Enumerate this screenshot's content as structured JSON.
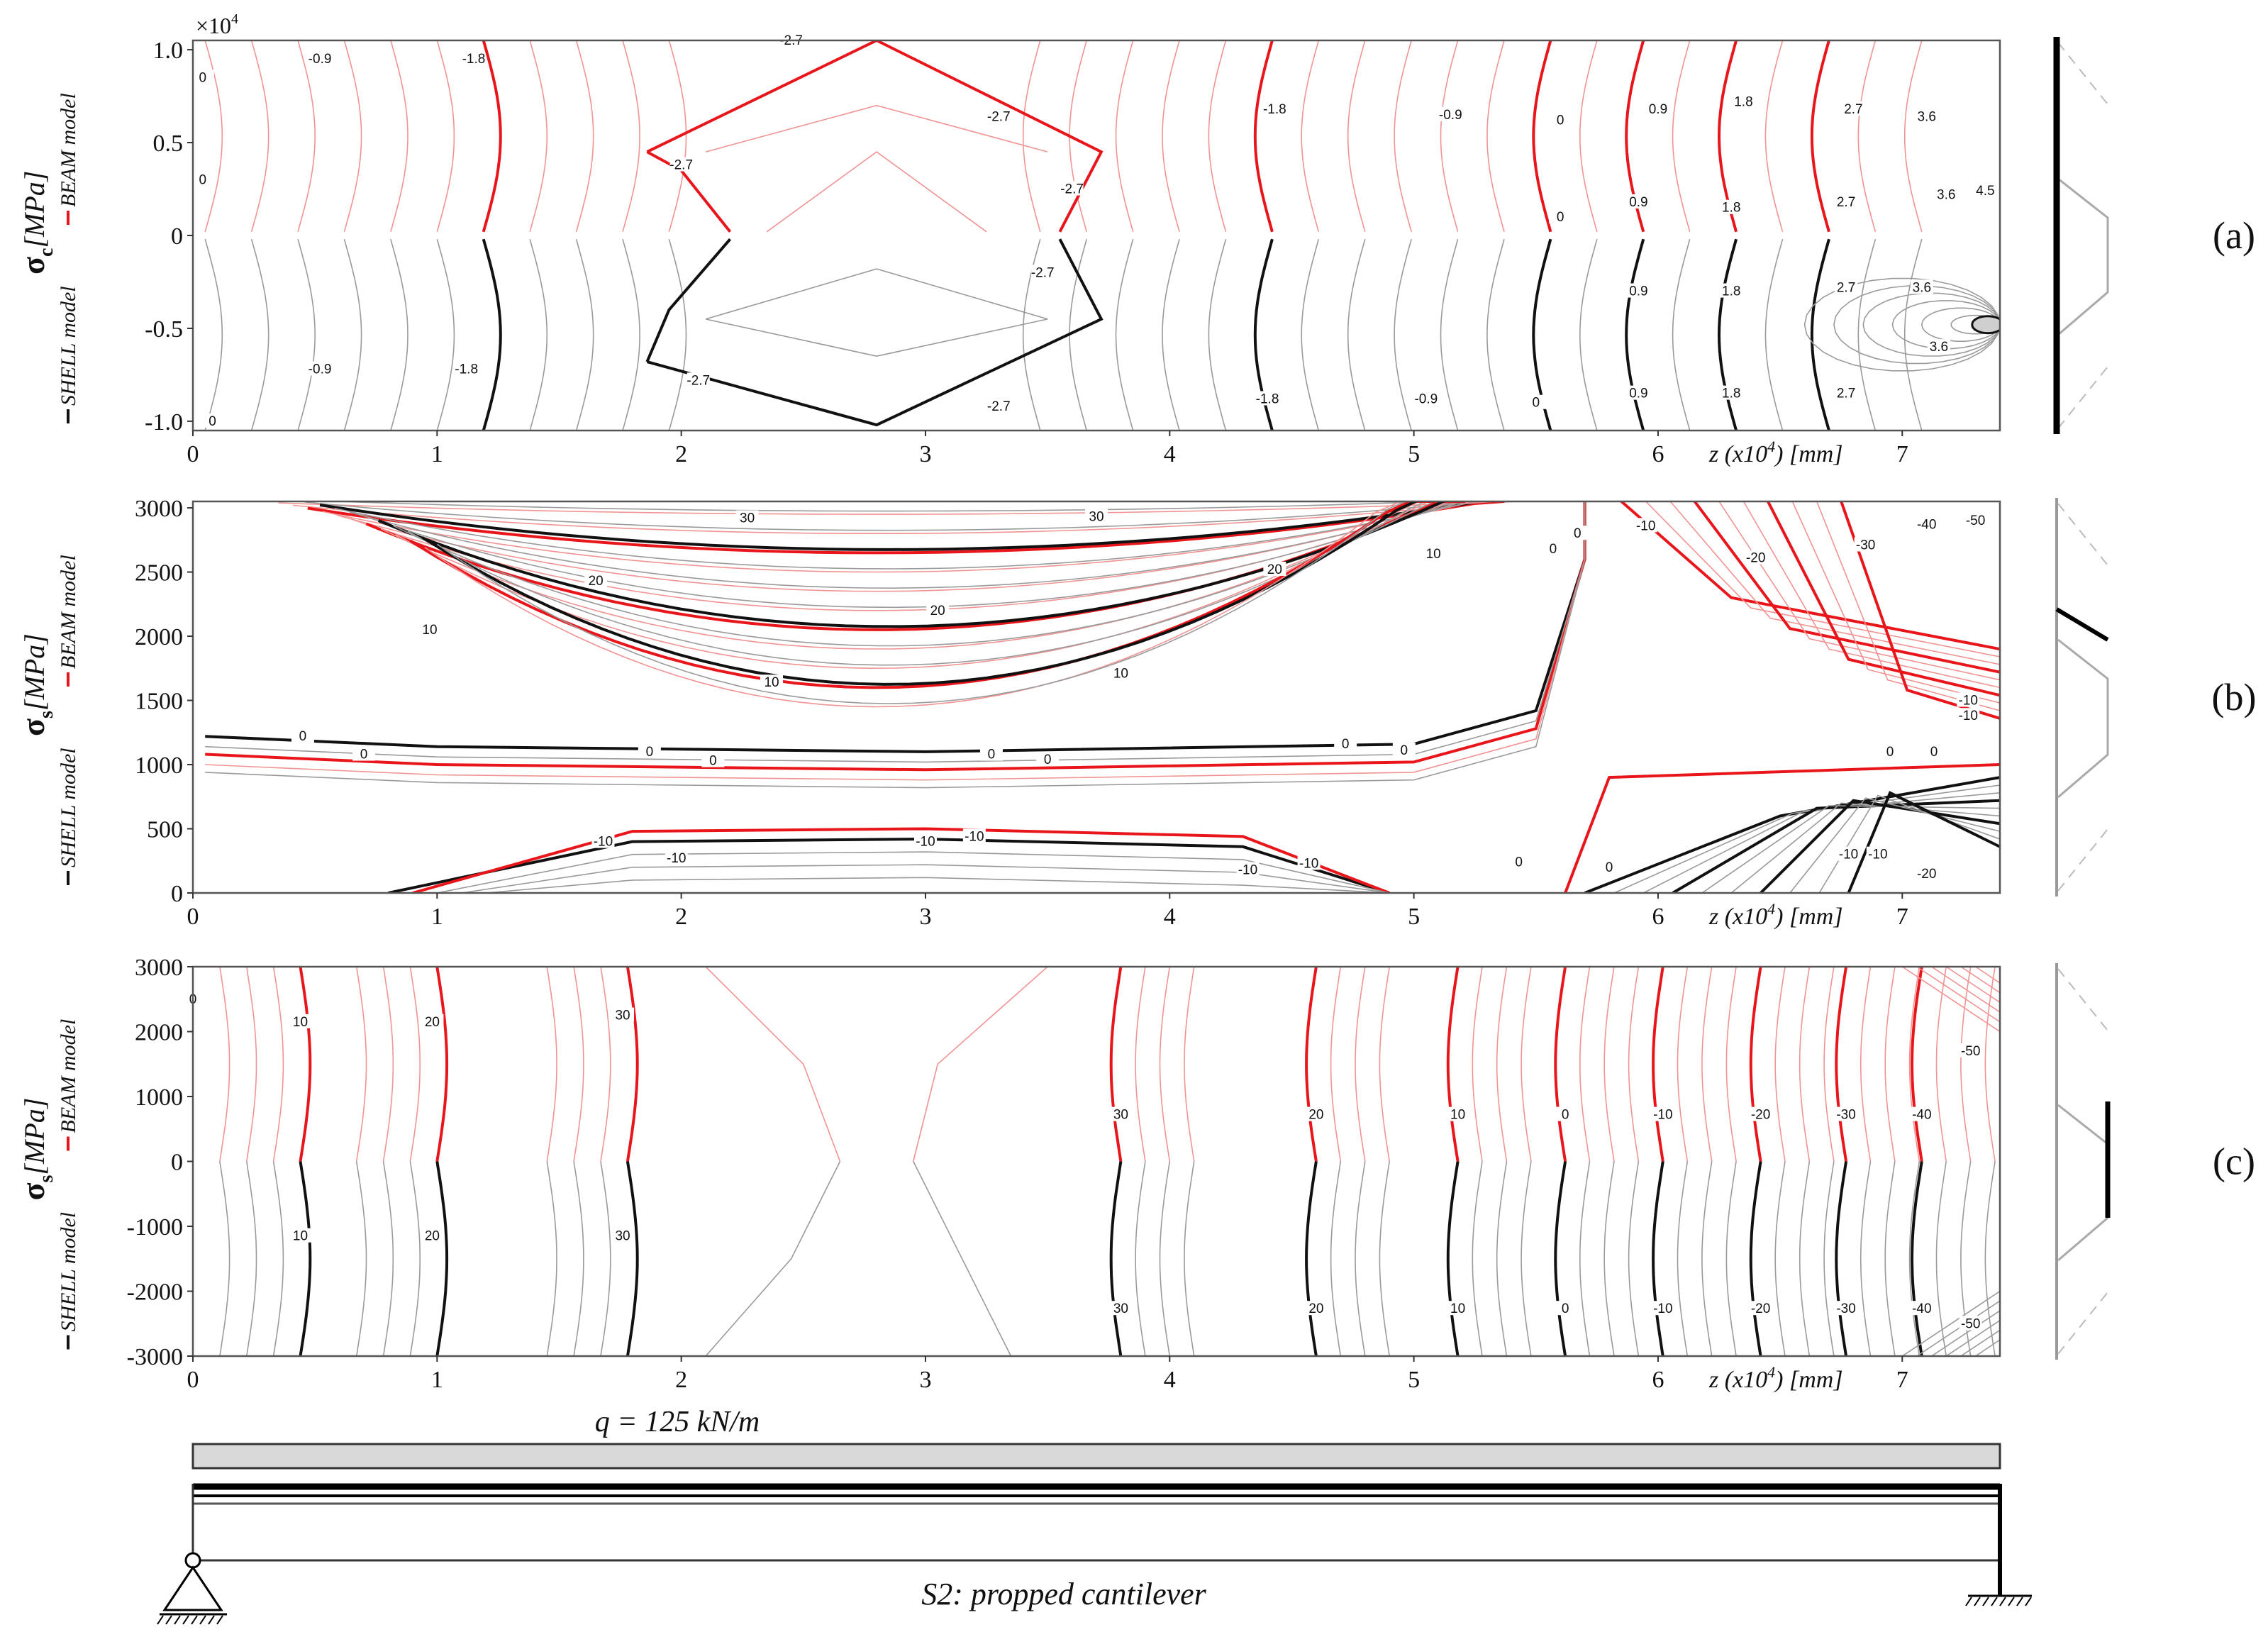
{
  "chart_data": [
    {
      "type": "contour",
      "panel_label": "(a)",
      "ylabel_symbol": "σ",
      "ylabel_sub": "c",
      "ylabel_unit": "[MPa]",
      "legend": {
        "shell": "SHELL model",
        "beam": "BEAM model"
      },
      "y_multiplier": "×10",
      "y_multiplier_exp": "4",
      "xlabel": "z (x10",
      "xlabel_exp": "4",
      "xlabel_unit": ") [mm]",
      "xlim": [
        0,
        7.4
      ],
      "ylim": [
        -1.05,
        1.05
      ],
      "xticks": [
        "0",
        "1",
        "2",
        "3",
        "4",
        "5",
        "6",
        "7"
      ],
      "yticks": [
        "1.0",
        "0.5",
        "0",
        "-0.5",
        "-1.0"
      ],
      "ytick_values": [
        1.0,
        0.5,
        0,
        -0.5,
        -1.0
      ],
      "contour_labels_beam": [
        {
          "x": 0.04,
          "y": 0.85,
          "t": "0"
        },
        {
          "x": 0.04,
          "y": 0.3,
          "t": "0"
        },
        {
          "x": 0.52,
          "y": 0.95,
          "t": "-0.9"
        },
        {
          "x": 1.15,
          "y": 0.95,
          "t": "-1.8"
        },
        {
          "x": 2.45,
          "y": 1.05,
          "t": "-2.7"
        },
        {
          "x": 3.3,
          "y": 0.64,
          "t": "-2.7"
        },
        {
          "x": 2.0,
          "y": 0.38,
          "t": "-2.7"
        },
        {
          "x": 3.6,
          "y": 0.25,
          "t": "-2.7"
        },
        {
          "x": 4.43,
          "y": 0.68,
          "t": "-1.8"
        },
        {
          "x": 5.15,
          "y": 0.65,
          "t": "-0.9"
        },
        {
          "x": 5.6,
          "y": 0.62,
          "t": "0"
        },
        {
          "x": 6.0,
          "y": 0.68,
          "t": "0.9"
        },
        {
          "x": 6.35,
          "y": 0.72,
          "t": "1.8"
        },
        {
          "x": 6.8,
          "y": 0.68,
          "t": "2.7"
        },
        {
          "x": 7.1,
          "y": 0.64,
          "t": "3.6"
        },
        {
          "x": 5.6,
          "y": 0.1,
          "t": "0"
        },
        {
          "x": 5.92,
          "y": 0.18,
          "t": "0.9"
        },
        {
          "x": 6.3,
          "y": 0.15,
          "t": "1.8"
        },
        {
          "x": 6.77,
          "y": 0.18,
          "t": "2.7"
        },
        {
          "x": 7.18,
          "y": 0.22,
          "t": "3.6"
        },
        {
          "x": 7.34,
          "y": 0.24,
          "t": "4.5"
        }
      ],
      "contour_labels_shell": [
        {
          "x": 0.08,
          "y": -1.0,
          "t": "0"
        },
        {
          "x": 0.52,
          "y": -0.72,
          "t": "-0.9"
        },
        {
          "x": 1.12,
          "y": -0.72,
          "t": "-1.8"
        },
        {
          "x": 3.48,
          "y": -0.2,
          "t": "-2.7"
        },
        {
          "x": 2.07,
          "y": -0.78,
          "t": "-2.7"
        },
        {
          "x": 3.3,
          "y": -0.92,
          "t": "-2.7"
        },
        {
          "x": 4.4,
          "y": -0.88,
          "t": "-1.8"
        },
        {
          "x": 5.05,
          "y": -0.88,
          "t": "-0.9"
        },
        {
          "x": 5.5,
          "y": -0.9,
          "t": "0"
        },
        {
          "x": 5.92,
          "y": -0.3,
          "t": "0.9"
        },
        {
          "x": 5.92,
          "y": -0.85,
          "t": "0.9"
        },
        {
          "x": 6.3,
          "y": -0.3,
          "t": "1.8"
        },
        {
          "x": 6.3,
          "y": -0.85,
          "t": "1.8"
        },
        {
          "x": 6.77,
          "y": -0.28,
          "t": "2.7"
        },
        {
          "x": 6.77,
          "y": -0.85,
          "t": "2.7"
        },
        {
          "x": 7.08,
          "y": -0.28,
          "t": "3.6"
        },
        {
          "x": 7.15,
          "y": -0.6,
          "t": "3.6"
        }
      ]
    },
    {
      "type": "contour",
      "panel_label": "(b)",
      "ylabel_symbol": "σ",
      "ylabel_sub": "s",
      "ylabel_unit": "[MPa]",
      "legend": {
        "shell": "SHELL model",
        "beam": "BEAM model"
      },
      "xlabel": "z (x10",
      "xlabel_exp": "4",
      "xlabel_unit": ") [mm]",
      "xlim": [
        0,
        7.4
      ],
      "ylim": [
        0,
        3050
      ],
      "xticks": [
        "0",
        "1",
        "2",
        "3",
        "4",
        "5",
        "6",
        "7"
      ],
      "yticks": [
        "3000",
        "2500",
        "2000",
        "1500",
        "1000",
        "500",
        "0"
      ],
      "ytick_values": [
        3000,
        2500,
        2000,
        1500,
        1000,
        500,
        0
      ],
      "contour_labels": [
        {
          "x": 2.27,
          "y": 2920,
          "t": "30"
        },
        {
          "x": 3.7,
          "y": 2930,
          "t": "30"
        },
        {
          "x": 1.65,
          "y": 2430,
          "t": "20"
        },
        {
          "x": 3.05,
          "y": 2200,
          "t": "20"
        },
        {
          "x": 4.43,
          "y": 2520,
          "t": "20"
        },
        {
          "x": 0.97,
          "y": 2050,
          "t": "10"
        },
        {
          "x": 2.37,
          "y": 1640,
          "t": "10"
        },
        {
          "x": 3.8,
          "y": 1710,
          "t": "10"
        },
        {
          "x": 5.08,
          "y": 2640,
          "t": "10"
        },
        {
          "x": 0.45,
          "y": 1220,
          "t": "0"
        },
        {
          "x": 0.7,
          "y": 1080,
          "t": "0"
        },
        {
          "x": 1.87,
          "y": 1100,
          "t": "0"
        },
        {
          "x": 2.13,
          "y": 1030,
          "t": "0"
        },
        {
          "x": 3.27,
          "y": 1080,
          "t": "0"
        },
        {
          "x": 3.5,
          "y": 1040,
          "t": "0"
        },
        {
          "x": 4.72,
          "y": 1160,
          "t": "0"
        },
        {
          "x": 4.96,
          "y": 1110,
          "t": "0"
        },
        {
          "x": 6.95,
          "y": 1100,
          "t": "0"
        },
        {
          "x": 7.13,
          "y": 1100,
          "t": "0"
        },
        {
          "x": 5.57,
          "y": 2680,
          "t": "0"
        },
        {
          "x": 5.67,
          "y": 2800,
          "t": "0"
        },
        {
          "x": 5.43,
          "y": 240,
          "t": "0"
        },
        {
          "x": 5.8,
          "y": 200,
          "t": "0"
        },
        {
          "x": 1.68,
          "y": 400,
          "t": "-10"
        },
        {
          "x": 1.98,
          "y": 270,
          "t": "-10"
        },
        {
          "x": 3.0,
          "y": 400,
          "t": "-10"
        },
        {
          "x": 3.2,
          "y": 440,
          "t": "-10"
        },
        {
          "x": 4.32,
          "y": 180,
          "t": "-10"
        },
        {
          "x": 4.57,
          "y": 230,
          "t": "-10"
        },
        {
          "x": 5.95,
          "y": 2860,
          "t": "-10"
        },
        {
          "x": 6.4,
          "y": 2610,
          "t": "-20"
        },
        {
          "x": 6.85,
          "y": 2710,
          "t": "-30"
        },
        {
          "x": 7.1,
          "y": 2870,
          "t": "-40"
        },
        {
          "x": 7.3,
          "y": 2900,
          "t": "-50"
        },
        {
          "x": 7.27,
          "y": 1500,
          "t": "-10"
        },
        {
          "x": 7.27,
          "y": 1380,
          "t": "-10"
        },
        {
          "x": 6.78,
          "y": 300,
          "t": "-10"
        },
        {
          "x": 6.9,
          "y": 300,
          "t": "-10"
        },
        {
          "x": 7.1,
          "y": 150,
          "t": "-20"
        }
      ]
    },
    {
      "type": "contour",
      "panel_label": "(c)",
      "ylabel_symbol": "σ",
      "ylabel_sub": "s",
      "ylabel_unit": "[MPa]",
      "legend": {
        "shell": "SHELL model",
        "beam": "BEAM model"
      },
      "xlabel": "z (x10",
      "xlabel_exp": "4",
      "xlabel_unit": ") [mm]",
      "xlim": [
        0,
        7.4
      ],
      "ylim": [
        -3000,
        3000
      ],
      "xticks": [
        "0",
        "1",
        "2",
        "3",
        "4",
        "5",
        "6",
        "7"
      ],
      "yticks": [
        "3000",
        "2000",
        "1000",
        "0",
        "-1000",
        "-2000",
        "-3000"
      ],
      "ytick_values": [
        3000,
        2000,
        1000,
        0,
        -1000,
        -2000,
        -3000
      ],
      "beam_levels": [
        {
          "x": 0.44,
          "t": "10"
        },
        {
          "x": 1.0,
          "t": "20"
        },
        {
          "x": 1.78,
          "t": "30"
        },
        {
          "x": 3.8,
          "t": "30"
        },
        {
          "x": 4.6,
          "t": "20"
        },
        {
          "x": 5.18,
          "t": "10"
        },
        {
          "x": 5.62,
          "t": "0"
        },
        {
          "x": 6.02,
          "t": "-10"
        },
        {
          "x": 6.42,
          "t": "-20"
        },
        {
          "x": 6.77,
          "t": "-30"
        },
        {
          "x": 7.08,
          "t": "-40"
        }
      ],
      "contour_labels_beam": [
        {
          "x": 0.0,
          "y": 2500,
          "t": "0"
        },
        {
          "x": 0.44,
          "y": 2150,
          "t": "10"
        },
        {
          "x": 0.98,
          "y": 2150,
          "t": "20"
        },
        {
          "x": 1.76,
          "y": 2250,
          "t": "30"
        },
        {
          "x": 3.8,
          "y": 720,
          "t": "30"
        },
        {
          "x": 4.6,
          "y": 720,
          "t": "20"
        },
        {
          "x": 5.18,
          "y": 720,
          "t": "10"
        },
        {
          "x": 5.62,
          "y": 720,
          "t": "0"
        },
        {
          "x": 6.02,
          "y": 720,
          "t": "-10"
        },
        {
          "x": 6.42,
          "y": 720,
          "t": "-20"
        },
        {
          "x": 6.77,
          "y": 720,
          "t": "-30"
        },
        {
          "x": 7.08,
          "y": 720,
          "t": "-40"
        },
        {
          "x": 7.28,
          "y": 1700,
          "t": "-50"
        }
      ],
      "contour_labels_shell": [
        {
          "x": 0.44,
          "y": -1150,
          "t": "10"
        },
        {
          "x": 0.98,
          "y": -1150,
          "t": "20"
        },
        {
          "x": 1.76,
          "y": -1150,
          "t": "30"
        },
        {
          "x": 3.8,
          "y": -2270,
          "t": "30"
        },
        {
          "x": 4.6,
          "y": -2270,
          "t": "20"
        },
        {
          "x": 5.18,
          "y": -2270,
          "t": "10"
        },
        {
          "x": 5.62,
          "y": -2270,
          "t": "0"
        },
        {
          "x": 6.02,
          "y": -2270,
          "t": "-10"
        },
        {
          "x": 6.42,
          "y": -2270,
          "t": "-20"
        },
        {
          "x": 6.77,
          "y": -2270,
          "t": "-30"
        },
        {
          "x": 7.08,
          "y": -2270,
          "t": "-40"
        },
        {
          "x": 7.28,
          "y": -2500,
          "t": "-50"
        }
      ]
    }
  ],
  "structure": {
    "load_label": "q = 125 kN/m",
    "caption": "S2:  propped cantilever"
  },
  "colors": {
    "beam": "#e8161b",
    "beam_light": "#f19393",
    "shell": "#111111",
    "shell_light": "#9a9a9a",
    "load_fill": "#d9d9d9"
  }
}
